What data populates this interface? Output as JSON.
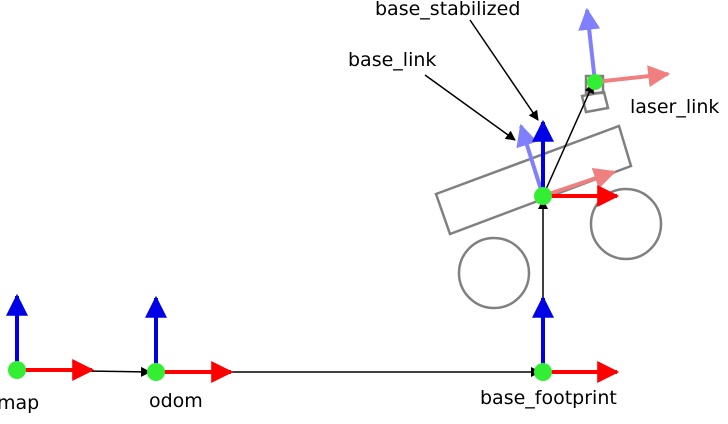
{
  "frames": {
    "map": "map",
    "odom": "odom",
    "base_footprint": "base_footprint",
    "base_stabilized": "base_stabilized",
    "base_link": "base_link",
    "laser_link": "laser_link"
  },
  "colors": {
    "x_axis": "#ff0000",
    "y_axis": "#0000e6",
    "origin": "#33ee33",
    "robot_outline": "#808080",
    "link_arrow": "#000000"
  }
}
